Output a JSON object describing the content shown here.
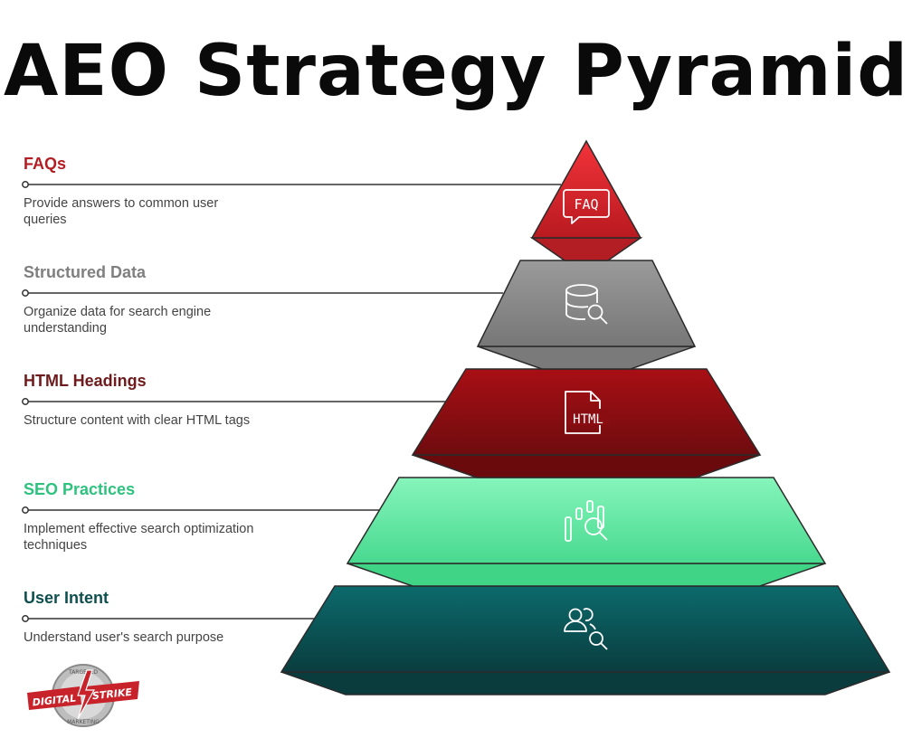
{
  "title": "AEO Strategy Pyramid",
  "levels": [
    {
      "title": "FAQs",
      "description": "Provide answers to common user queries",
      "icon": "faq-bubble-icon",
      "title_color": "#b21e24"
    },
    {
      "title": "Structured Data",
      "description": "Organize data for search engine understanding",
      "icon": "database-search-icon",
      "title_color": "#7f7f7f"
    },
    {
      "title": "HTML Headings",
      "description": "Structure content with clear HTML tags",
      "icon": "html-file-icon",
      "title_color": "#6e1b1d"
    },
    {
      "title": "SEO Practices",
      "description": "Implement effective search optimization techniques",
      "icon": "chart-search-icon",
      "title_color": "#2ec27e"
    },
    {
      "title": "User Intent",
      "description": "Understand user's search purpose",
      "icon": "users-search-icon",
      "title_color": "#0f4f4f"
    }
  ],
  "faq_icon_text": "FAQ",
  "html_icon_text": "HTML",
  "logo": {
    "top_text": "TARGETED",
    "left_text": "DIGITAL",
    "right_text": "STRIKE",
    "bottom_text": "MARKETING"
  },
  "colors": {
    "faq": "#c8282d",
    "structured": "#8c8c8c",
    "html": "#8f0f12",
    "seo": "#5ee8a4",
    "intent": "#0d5c5c"
  }
}
